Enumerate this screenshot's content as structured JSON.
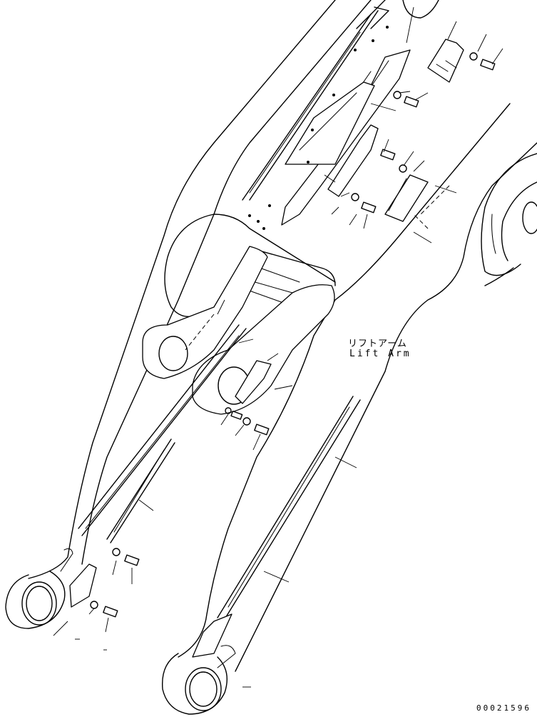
{
  "part_label": {
    "japanese": "リフトアーム",
    "english": "Lift Arm"
  },
  "drawing_number": "00021596"
}
